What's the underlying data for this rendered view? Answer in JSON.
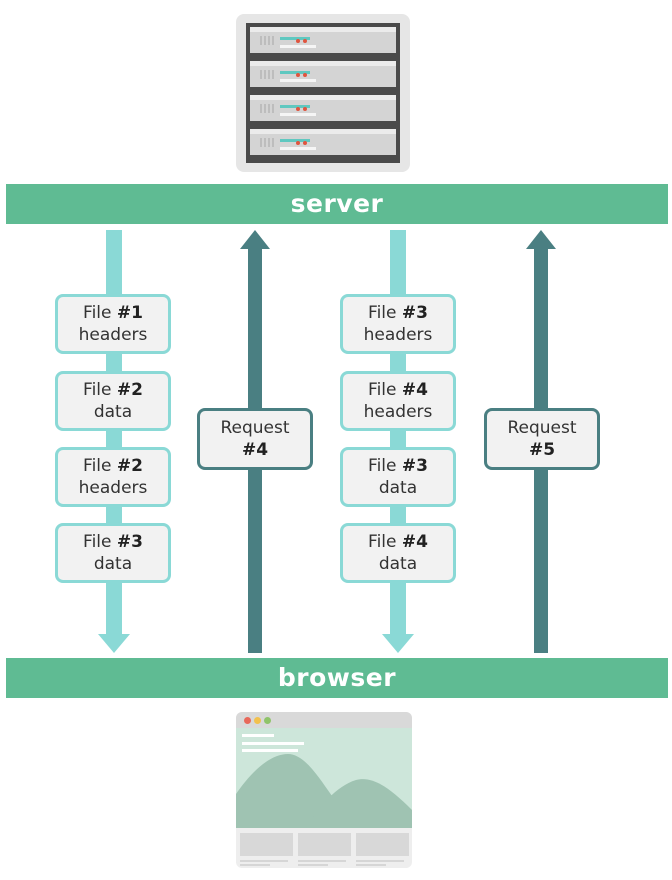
{
  "labels": {
    "server": "server",
    "browser": "browser"
  },
  "colors": {
    "bar_green": "#5fbb93",
    "download_arrow": "#8ad9d6",
    "request_arrow": "#4a7f82",
    "box_fill": "#f2f2f2"
  },
  "left_column": [
    {
      "prefix": "File ",
      "num": "#1",
      "line2": "headers"
    },
    {
      "prefix": "File ",
      "num": "#2",
      "line2": "data"
    },
    {
      "prefix": "File ",
      "num": "#2",
      "line2": "headers"
    },
    {
      "prefix": "File ",
      "num": "#3",
      "line2": "data"
    }
  ],
  "right_column": [
    {
      "prefix": "File ",
      "num": "#3",
      "line2": "headers"
    },
    {
      "prefix": "File ",
      "num": "#4",
      "line2": "headers"
    },
    {
      "prefix": "File ",
      "num": "#3",
      "line2": "data"
    },
    {
      "prefix": "File ",
      "num": "#4",
      "line2": "data"
    }
  ],
  "requests": [
    {
      "line1": "Request",
      "num": "#4"
    },
    {
      "line1": "Request",
      "num": "#5"
    }
  ]
}
